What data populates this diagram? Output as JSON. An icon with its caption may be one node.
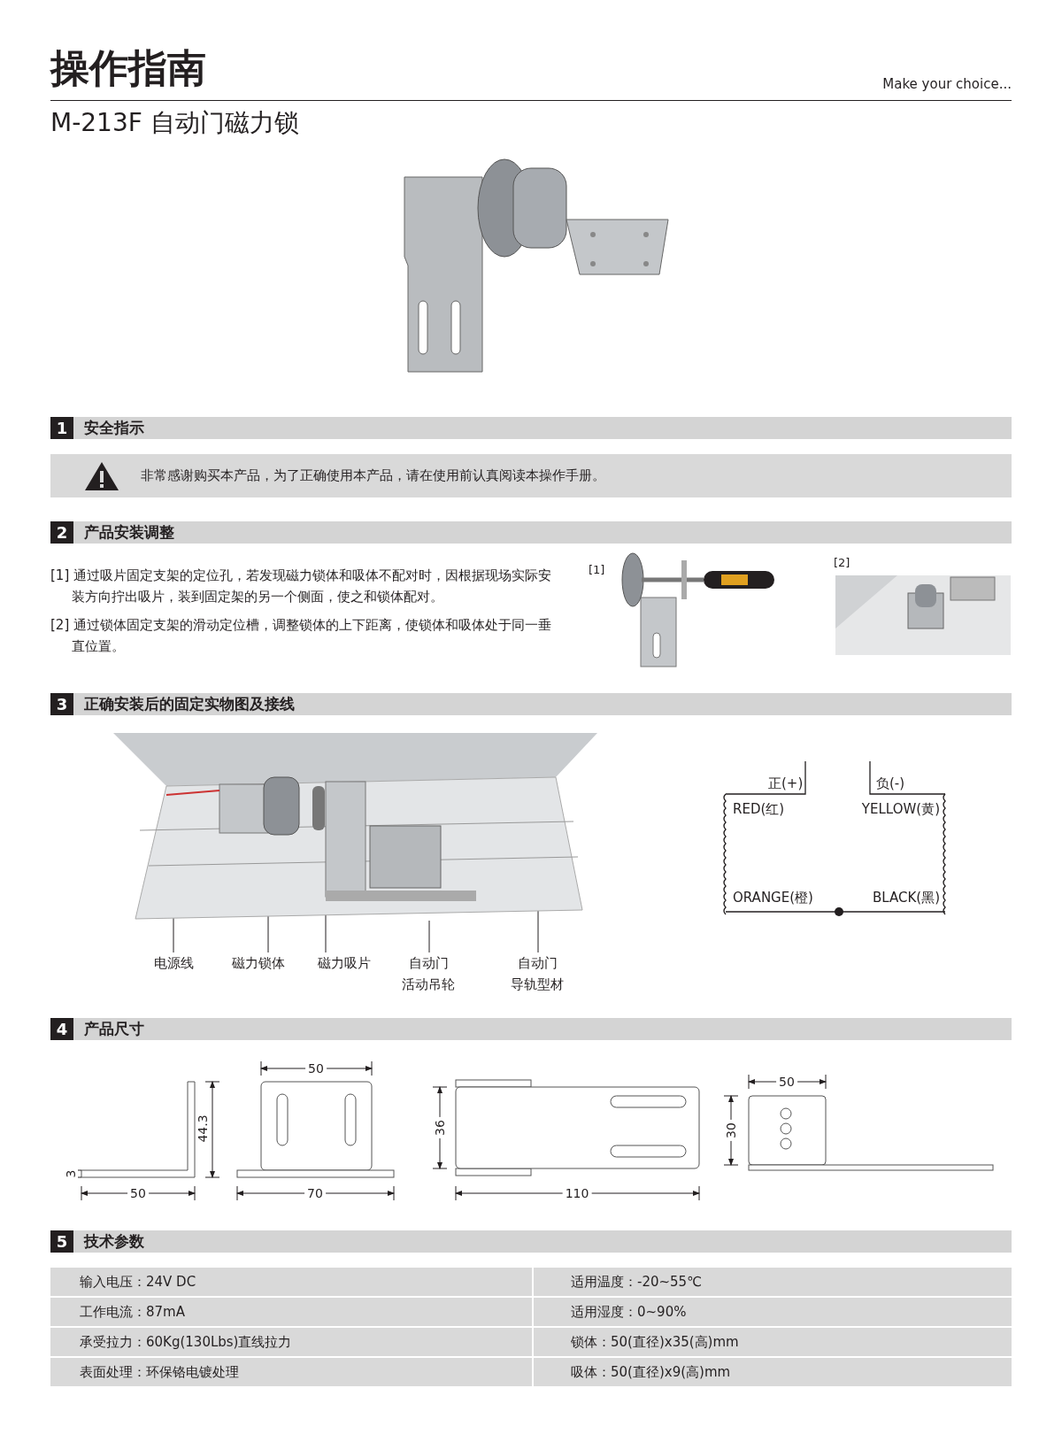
{
  "diagram": {
    "nodes": [
      {
        "text": [
          "1",
          "安全指示"
        ]
      },
      {
        "text": [
          "非常感谢购买本产品，为了正确使用本产品，请在使用前认真阅读本操作手册。"
        ]
      },
      {
        "text": [
          "2",
          "产品安装调整"
        ]
      },
      {
        "text": [
          "3",
          "正确安装后的固定实物图及接线"
        ]
      },
      {
        "text": [],
        "shape": "picture"
      },
      {
        "text": [
          "电源线"
        ]
      },
      {
        "text": [
          "磁力锁体"
        ]
      },
      {
        "text": [
          "磁力吸片"
        ]
      },
      {
        "text": [
          "自动门活动吊轮"
        ]
      },
      {
        "text": [
          "自动门导轨型材"
        ]
      },
      {
        "text": [
          "4",
          "产品尺寸"
        ]
      },
      {
        "text": [
          "5",
          "技术参数"
        ]
      }
    ],
    "edges": [
      {
        "from": 5,
        "to": 4,
        "arrow": "none"
      },
      {
        "from": 6,
        "to": 4,
        "arrow": "none"
      },
      {
        "from": 7,
        "to": 4,
        "arrow": "none"
      },
      {
        "from": 8,
        "to": 4,
        "arrow": "none"
      },
      {
        "from": 9,
        "to": 4,
        "arrow": "none"
      }
    ],
    "labels": [
      "操作指南",
      "Make your choice...",
      "M-213F 自动门磁力锁",
      "[1] 通过吸片固定支架的定位孔，若发现磁力锁体和吸体不配对时，因根据现场实际安装方向拧出吸片，装到固定架的另一个侧面，使之和锁体配对。",
      "[2] 通过锁体固定支架的滑动定位槽，调整锁体的上下距离，使锁体和吸体处于同一垂直位置。",
      "[1]",
      "[2]",
      "正(+)",
      "负(-)",
      "RED(红)",
      "YELLOW(黄)",
      "ORANGE(橙)",
      "BLACK(黑)",
      "50",
      "44.3",
      "3",
      "50",
      "70",
      "36",
      "110",
      "50",
      "30",
      "输入电压：24V DC",
      "适用温度：-20~55℃",
      "工作电流：87mA",
      "适用湿度：0~90%",
      "承受拉力：60Kg(130Lbs)直线拉力",
      "锁体：50(直径)x35(高)mm",
      "表面处理：环保铬电镀处理",
      "吸体：50(直径)x9(高)mm"
    ]
  }
}
